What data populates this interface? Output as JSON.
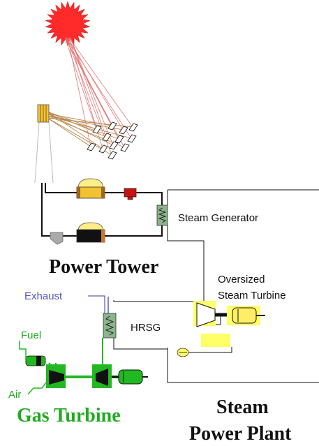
{
  "labels": {
    "steam_generator": "Steam Generator",
    "oversized_line1": "Oversized",
    "oversized_line2": "Steam Turbine",
    "exhaust": "Exhaust",
    "hrsg": "HRSG",
    "fuel": "Fuel",
    "air": "Air",
    "power_tower": "Power Tower",
    "gas_turbine": "Gas Turbine",
    "steam_line1": "Steam",
    "steam_line2": "Power Plant"
  },
  "colors": {
    "sun": "#ff2a2a",
    "sun_rays": "#e37777",
    "receiver_rays": "#b8864b",
    "exchanger": "#8cb48c",
    "yellow": "#ffff66",
    "green": "#22b822",
    "gas_turbine_label": "#22aa22",
    "exhaust_label": "#5555cc",
    "fuel_air_label": "#22aa22",
    "pump_red": "#cc1111"
  }
}
